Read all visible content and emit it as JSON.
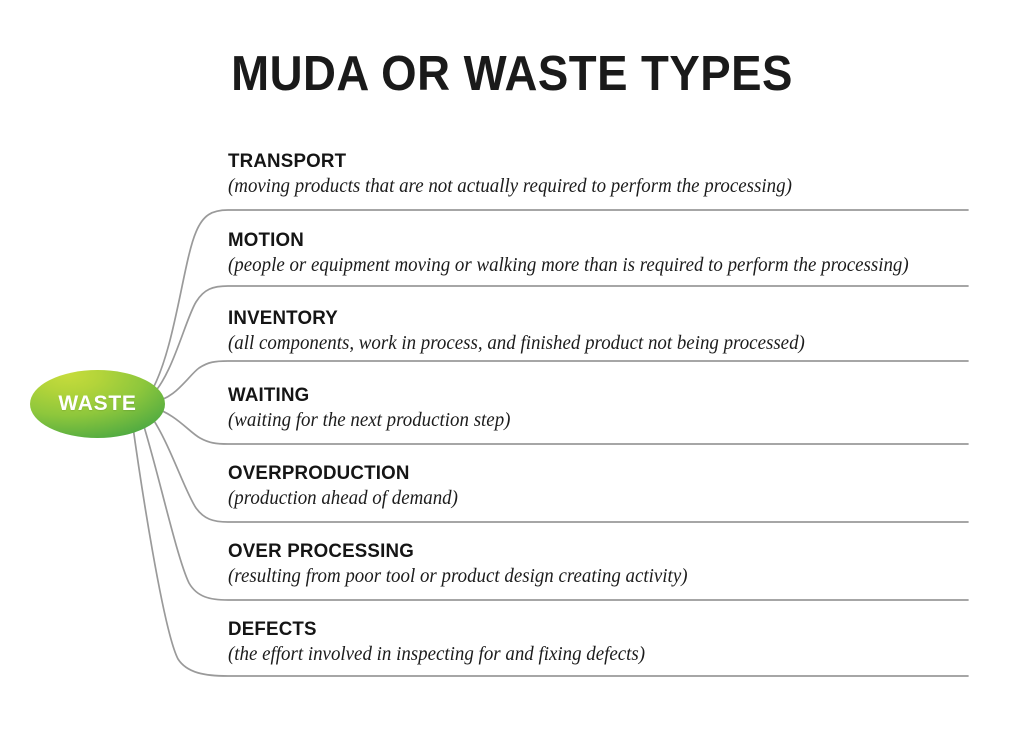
{
  "page": {
    "title": "MUDA OR WASTE TYPES",
    "background_color": "#ffffff",
    "line_color": "#9a9a9a",
    "title_color": "#1a1a1a"
  },
  "central_node": {
    "label": "WASTE",
    "shape": "ellipse",
    "gradient_from": "#c6dc3c",
    "gradient_to": "#0d8a3e",
    "text_color": "#ffffff"
  },
  "waste_types": [
    {
      "title": "TRANSPORT",
      "description": "(moving products that are not actually required to perform the processing)"
    },
    {
      "title": "MOTION",
      "description": "(people or equipment moving or walking more than is required to perform the processing)"
    },
    {
      "title": "INVENTORY",
      "description": "(all components, work in process, and finished product not being processed)"
    },
    {
      "title": "WAITING",
      "description": "(waiting for the next production step)"
    },
    {
      "title": "OVERPRODUCTION",
      "description": "(production ahead of demand)"
    },
    {
      "title": "OVER PROCESSING",
      "description": "(resulting from poor tool or product design creating activity)"
    },
    {
      "title": "DEFECTS",
      "description": "(the effort involved in inspecting for and fixing defects)"
    }
  ]
}
